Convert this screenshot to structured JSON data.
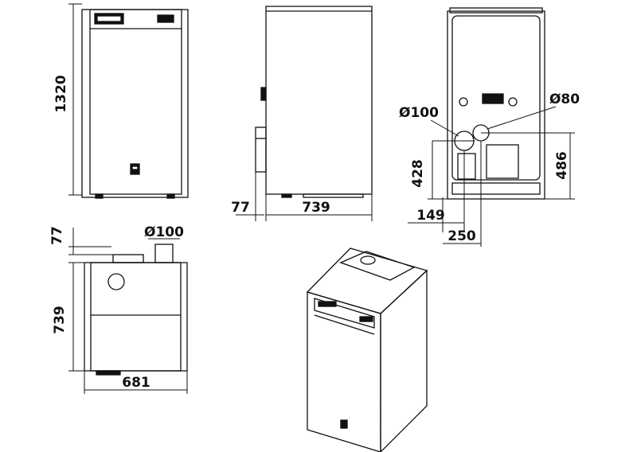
{
  "diagram": {
    "views": [
      "front",
      "side",
      "rear",
      "top",
      "isometric"
    ],
    "dimensions": {
      "front_height": "1320",
      "side_flue_offset": "77",
      "side_depth": "739",
      "rear_flue_large": "Ø100",
      "rear_flue_small": "Ø80",
      "rear_h_large": "428",
      "rear_h_small": "486",
      "rear_x_large": "149",
      "rear_x_small": "250",
      "top_flue_offset": "77",
      "top_flue_diameter": "Ø100",
      "top_depth": "739",
      "top_width": "681"
    },
    "colors": {
      "line": "#111111",
      "background": "#ffffff"
    }
  }
}
